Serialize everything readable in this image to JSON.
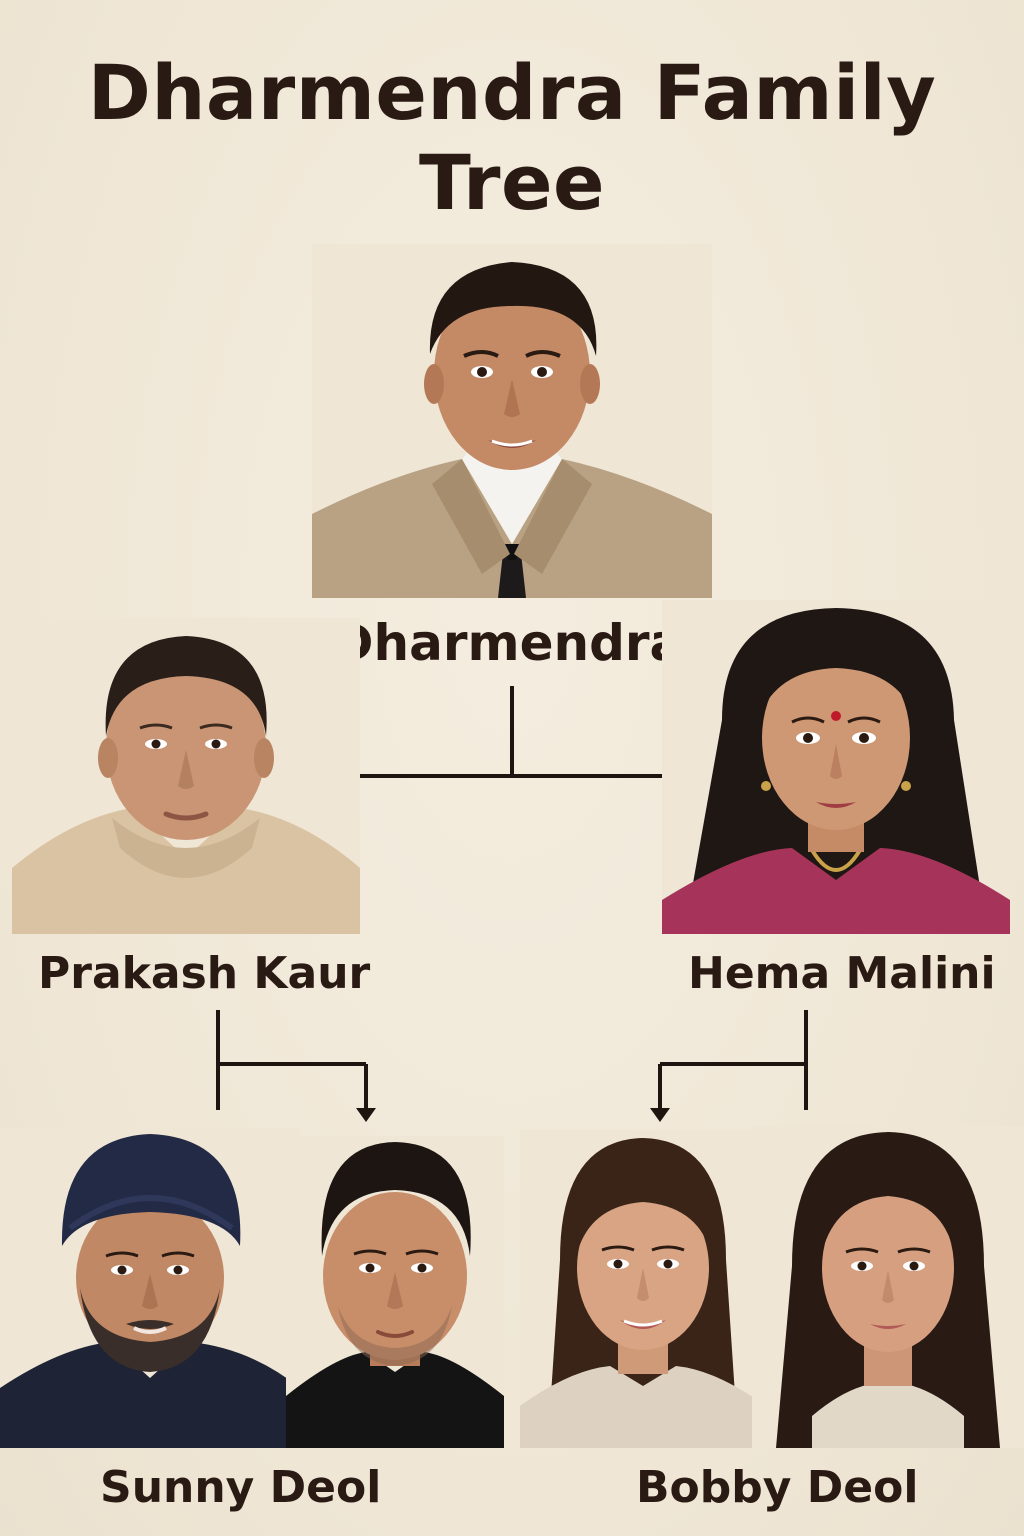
{
  "title": "Dharmendra Family Tree",
  "people": {
    "dharmendra": {
      "name": "Dharmendra"
    },
    "prakash_kaur": {
      "name": "Prakash Kaur"
    },
    "hema_malini": {
      "name": "Hema Malini"
    },
    "sunny_deol": {
      "name": "Sunny Deol"
    },
    "bobby_deol": {
      "name": "Bobby Deol"
    }
  },
  "colors": {
    "background": "#f1e9da",
    "text": "#2a1a14",
    "connector": "#1e1410"
  }
}
